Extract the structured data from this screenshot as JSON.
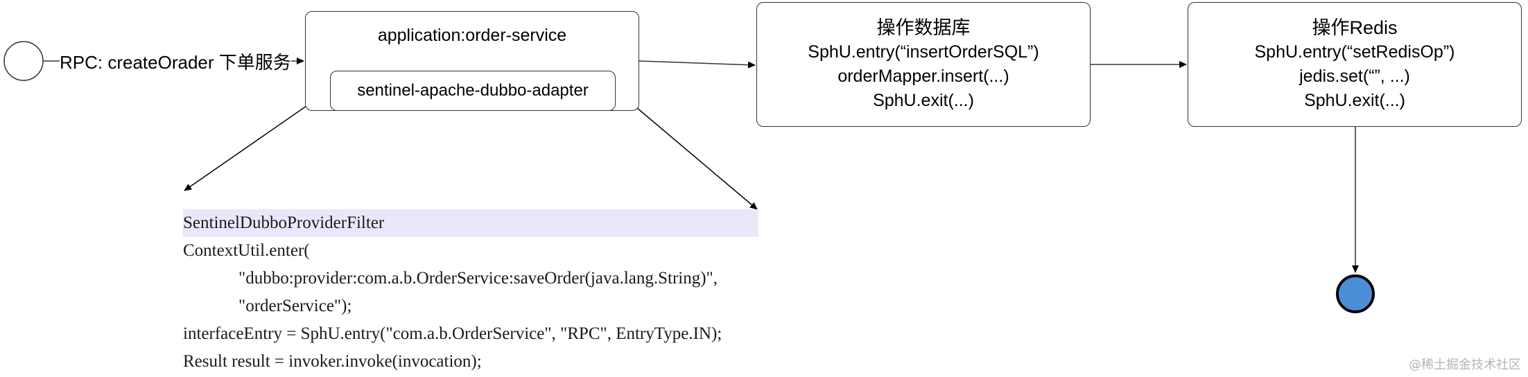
{
  "nodes": {
    "rpc_label": "RPC: createOrader 下单服务",
    "app_service": "application:order-service",
    "adapter": "sentinel-apache-dubbo-adapter",
    "db_box": {
      "title": "操作数据库",
      "lines": [
        "SphU.entry(“insertOrderSQL”)",
        "orderMapper.insert(...)",
        "SphU.exit(...)"
      ]
    },
    "redis_box": {
      "title": "操作Redis",
      "lines": [
        "SphU.entry(“setRedisOp”)",
        "jedis.set(“”, ...)",
        "SphU.exit(...)"
      ]
    }
  },
  "code": {
    "lines": [
      "SentinelDubboProviderFilter",
      "ContextUtil.enter(",
      "\"dubbo:provider:com.a.b.OrderService:saveOrder(java.lang.String)\",",
      "\"orderService\");",
      "interfaceEntry = SphU.entry(\"com.a.b.OrderService\", \"RPC\", EntryType.IN);",
      "Result result = invoker.invoke(invocation);"
    ]
  },
  "watermark": "@稀土掘金技术社区",
  "colors": {
    "stroke": "#333333",
    "end_fill": "#4a8fd6",
    "code_highlight": "#e8e8fa"
  }
}
